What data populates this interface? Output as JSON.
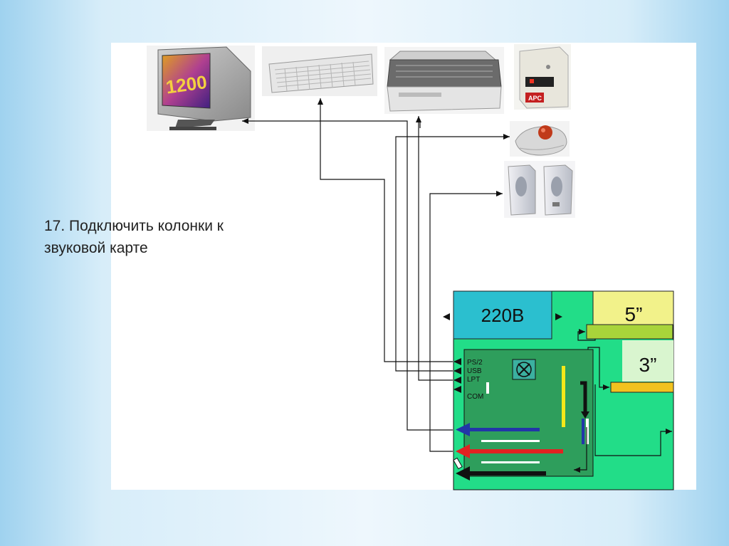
{
  "caption": "17. Подключить колонки к\nзвуковой карте",
  "monitor": {
    "screen_text": "1200"
  },
  "ups": {
    "brand": "APC"
  },
  "system_unit": {
    "power_label": "220В",
    "drive_5_label": "5”",
    "drive_3_label": "3”",
    "ports": {
      "ps2": "PS/2",
      "usb": "USB",
      "lpt": "LPT",
      "com": "COM"
    }
  },
  "colors": {
    "case": "#22dd88",
    "motherboard": "#2e9e5c",
    "power_block": "#2bbfcf",
    "drive_5_face": "#f2f28a",
    "drive_5_bay": "#a8d43a",
    "drive_3_face": "#d9f5cf",
    "drive_3_bay": "#f2c21f",
    "cable_blue": "#2236a8",
    "cable_red": "#e22222",
    "cable_black": "#111111",
    "slot_yellow": "#f4e81a"
  }
}
